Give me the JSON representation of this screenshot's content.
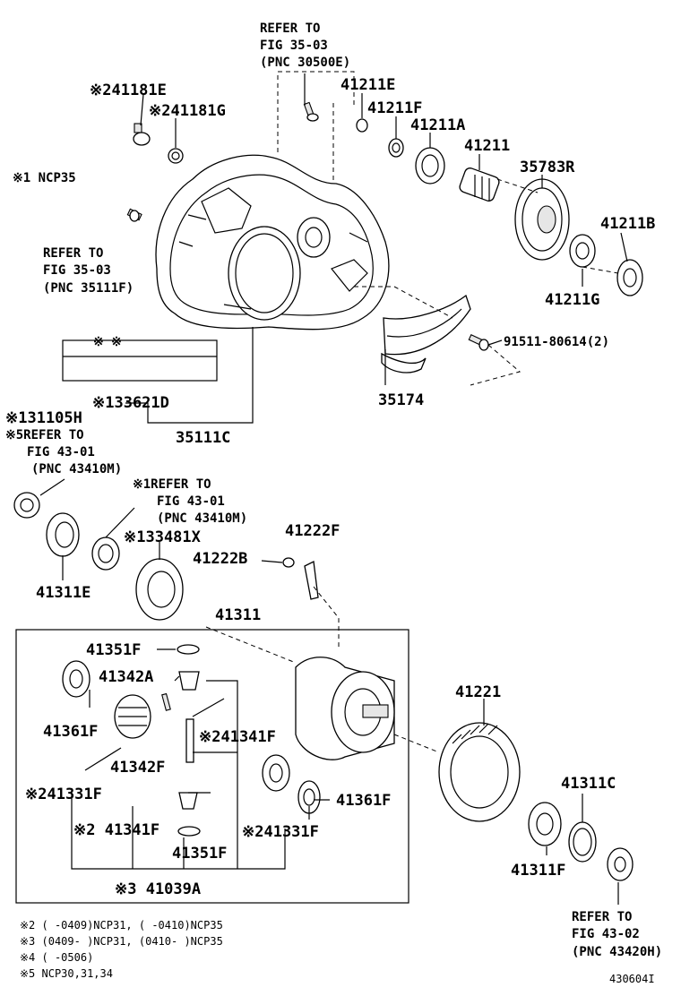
{
  "footnote_mark": "※",
  "legend": {
    "n1": "※1  NCP35",
    "n2": "※2  (      -0409)NCP31, (      -0410)NCP35",
    "n3": "※3  (0409-      )NCP31, (0410-      )NCP35",
    "n4": "※4  (      -0506)",
    "n5": "※5  NCP30,31,34"
  },
  "refs": {
    "r30500E": [
      "REFER TO",
      "FIG 35-03",
      "(PNC 30500E)"
    ],
    "r35111F": [
      "REFER TO",
      "FIG 35-03",
      "(PNC 35111F)"
    ],
    "r43410M_a": [
      "※5REFER TO",
      "FIG 43-01",
      "(PNC 43410M)"
    ],
    "r43410M_b": [
      "※1REFER TO",
      "FIG 43-01",
      "(PNC 43410M)"
    ],
    "r43420H": [
      "REFER TO",
      "FIG 43-02",
      "(PNC 43420H)"
    ]
  },
  "parts": {
    "p41181E": "※241181E",
    "p41181G": "※241181G",
    "p41211E": "41211E",
    "p41211F": "41211F",
    "p41211A": "41211A",
    "p41211": "41211",
    "p35783R": "35783R",
    "p41211B": "41211B",
    "p41211G": "41211G",
    "p91511": "91511-80614(2)",
    "p35174": "35174",
    "p33621D": "※133621D",
    "p35111C": "35111C",
    "p31105H": "※131105H",
    "p33481X": "※133481X",
    "p41222F": "41222F",
    "p41222B": "41222B",
    "p41311E": "41311E",
    "p41311": "41311",
    "p41351F_a": "41351F",
    "p41342A": "41342A",
    "p41361F_a": "41361F",
    "p41341F_a": "※241341F",
    "p41342F": "41342F",
    "p41331F_a": "※241331F",
    "p41341F_b": "※2  41341F",
    "p41351F_b": "41351F",
    "p41331F_b": "※241331F",
    "p41361F_b": "41361F",
    "p41039A": "※3 41039A",
    "p41221": "41221",
    "p41311C": "41311C",
    "p41311F": "41311F"
  },
  "plate_label": "※  ※",
  "figure_id": "430604I"
}
